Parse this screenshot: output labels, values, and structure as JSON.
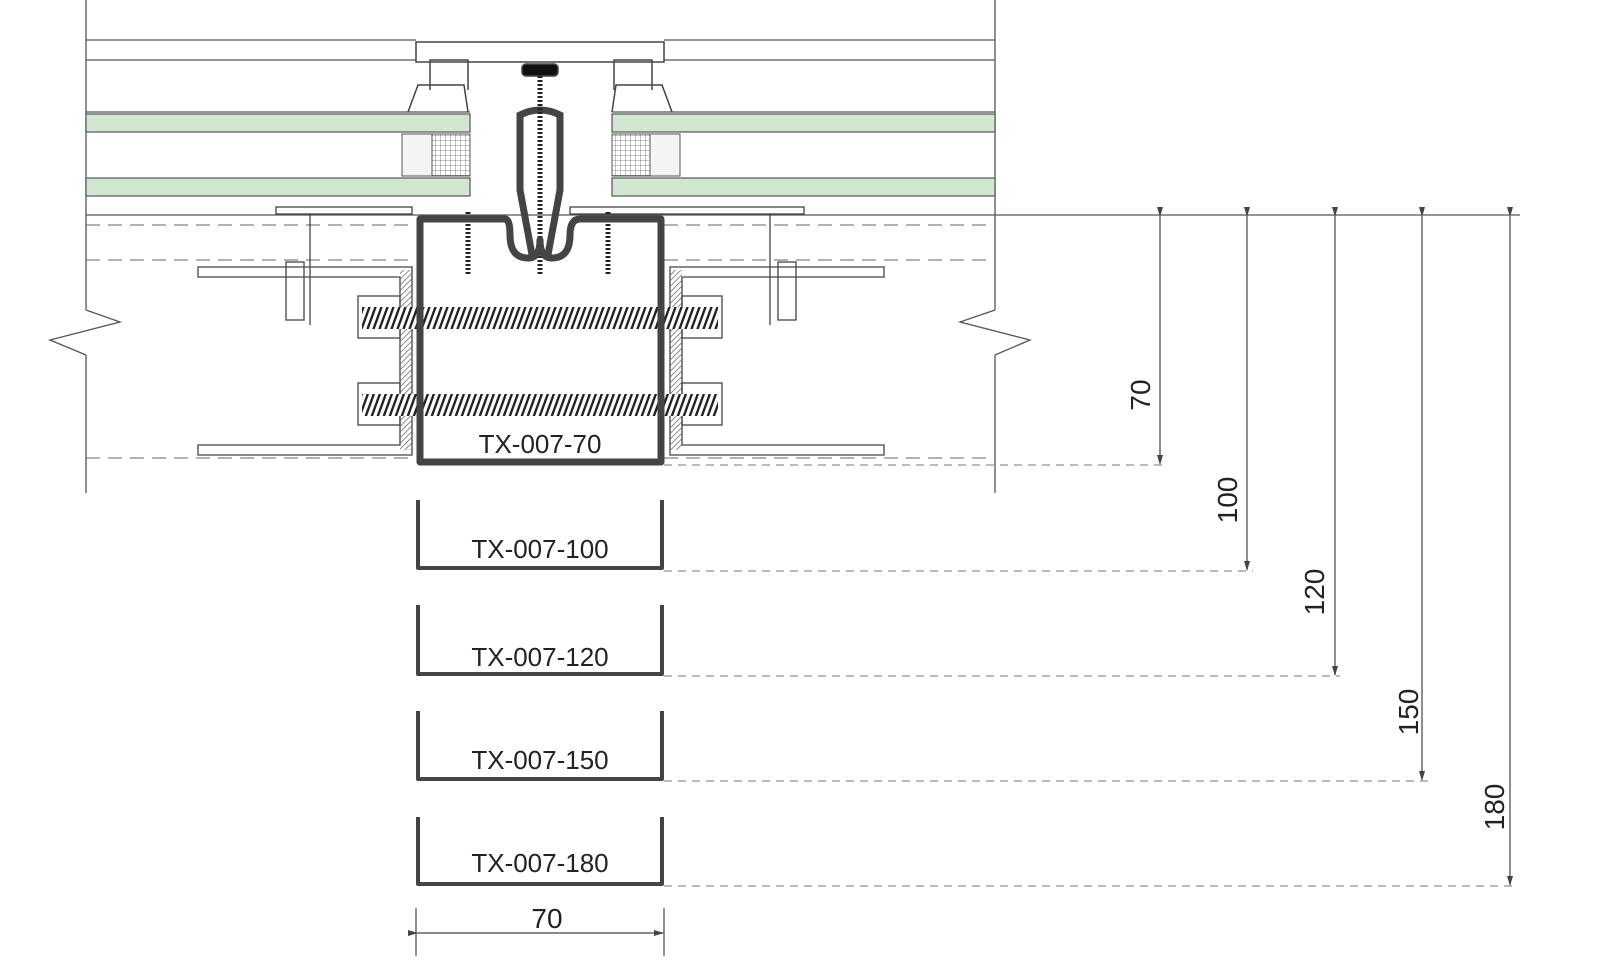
{
  "profiles": [
    {
      "label": "TX-007-70",
      "depth": "70"
    },
    {
      "label": "TX-007-100",
      "depth": "100"
    },
    {
      "label": "TX-007-120",
      "depth": "120"
    },
    {
      "label": "TX-007-150",
      "depth": "150"
    },
    {
      "label": "TX-007-180",
      "depth": "180"
    }
  ],
  "width_dimension": "70",
  "colors": {
    "glass": "#cfe8cf",
    "profile": "#444444",
    "line": "#555555"
  }
}
